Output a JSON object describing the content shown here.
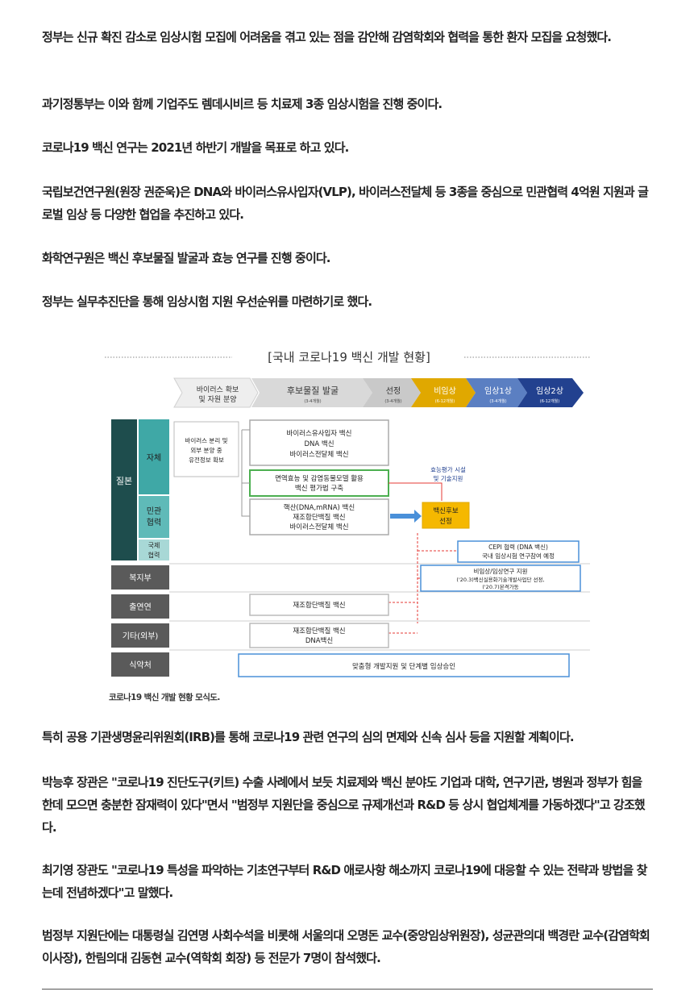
{
  "paragraphs": [
    "정부는 신규 확진 감소로 임상시험 모집에 어려움을 겪고 있는 점을 감안해 감염학회와 협력을 통한 환자 모집을 요청했다.",
    "과기정통부는 이와 함께 기업주도 렘데시비르 등 치료제 3종 임상시험을 진행 중이다.",
    "코로나19 백신 연구는 2021년 하반기 개발을 목표로 하고 있다.",
    "국립보건연구원(원장 권준욱)은 DNA와 바이러스유사입자(VLP), 바이러스전달체 등 3종을 중심으로 민관협력 4억원 지원과 글로벌 임상 등 다양한 협업을 추진하고 있다.",
    "화학연구원은 백신 후보물질 발굴과 효능 연구를 진행 중이다.",
    "정부는 실무추진단을 통해 임상시험 지원 우선순위를 마련하기로 했다.",
    "특히 공용 기관생명윤리위원회(IRB)를 통해 코로나19 관련 연구의 심의 면제와 신속 심사 등을 지원할 계획이다.",
    "박능후 장관은 \"코로나19 진단도구(키트) 수출 사례에서 보듯 치료제와 백신 분야도 기업과 대학, 연구기관, 병원과 정부가 힘을 한데 모으면 충분한 잠재력이 있다\"면서 \"범정부 지원단을 중심으로 규제개선과 R&D 등 상시 협업체계를 가동하겠다\"고 강조했다.",
    "최기영 장관도 \"코로나19 특성을 파악하는 기초연구부터 R&D 애로사항 해소까지 코로나19에 대응할 수 있는 전략과 방법을 찾는데 전념하겠다\"고 말했다.",
    "범정부 지원단에는 대통령실 김연명 사회수석을 비롯해 서울의대 오명돈 교수(중앙임상위원장), 성균관의대 백경란 교수(감염학회 이사장), 한림의대 김동현 교수(역학회 회장) 등 전문가 7명이 참석했다."
  ],
  "figure": {
    "title": "[국내 코로나19 백신 개발 현황]",
    "stages": [
      {
        "label": "바이러스 확보",
        "label2": "및 자원 분양",
        "sub": ""
      },
      {
        "label": "후보물질 발굴",
        "label2": "",
        "sub": "(3-4개월)"
      },
      {
        "label": "선정",
        "label2": "",
        "sub": "(3-4개월)"
      },
      {
        "label": "비임상",
        "label2": "",
        "sub": "(6-12개월)"
      },
      {
        "label": "임상1상",
        "label2": "",
        "sub": "(3-4개월)"
      },
      {
        "label": "임상2상",
        "label2": "",
        "sub": "(6-12개월)"
      }
    ],
    "left_group": "질본",
    "row_labels": {
      "self": "자체",
      "public_private_1": "민관",
      "public_private_2": "협력",
      "intl_1": "국제",
      "intl_2": "협력",
      "mohw": "복지부",
      "kosaf": "출연연",
      "other": "기타(외부)",
      "mfds": "식약처"
    },
    "boxes": {
      "virus_1": "바이러스 분리 및",
      "virus_2": "외부 분양 중",
      "virus_3": "유전정보 확보",
      "self_1": "바이러스유사입자 백신",
      "self_2": "DNA 백신",
      "self_3": "바이러스전달체 백신",
      "eval_1": "면역효능 및 감염동물모델 활용",
      "eval_2": "백신 평가법 구축",
      "efficacy_1": "효능평가 시설",
      "efficacy_2": "및 기술지원",
      "ppp_1": "핵산(DNA,mRNA) 백신",
      "ppp_2": "재조합단백질 백신",
      "ppp_3": "바이러스전달체 백신",
      "candidate_1": "백신후보",
      "candidate_2": "선정",
      "cepi_1": "CEPI 협력 (DNA 백신)",
      "cepi_2": "국내 임상시험 연구참여 예정",
      "mohw_1": "비임상/임상연구 지원",
      "mohw_2": "('20.3)백신실용화기술개발사업단 선정,",
      "mohw_3": "('20.7)본격가동",
      "kosaf_1": "재조합단백질 백신",
      "other_1": "재조합단백질 백신",
      "other_2": "DNA백신",
      "mfds_1": "맞춤형 개발지원 및 단계별 임상승인"
    },
    "caption": "코로나19 백신 개발 현황 모식도."
  }
}
